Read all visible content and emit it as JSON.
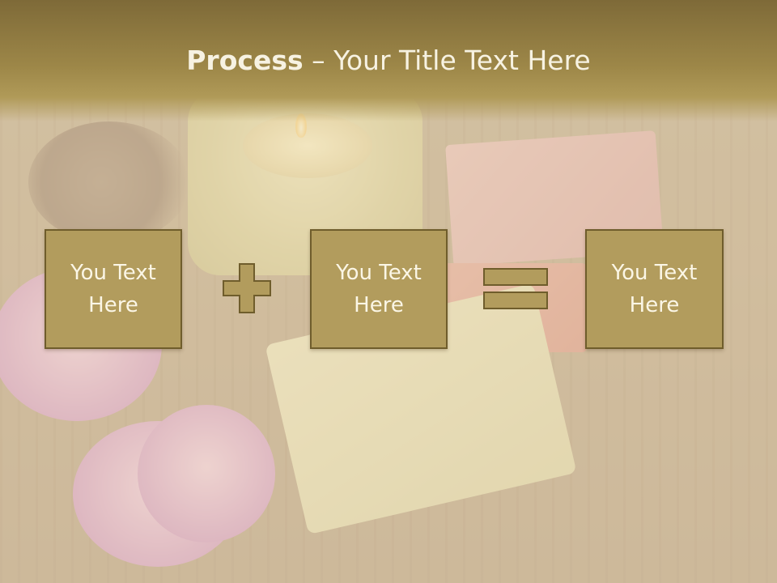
{
  "slide": {
    "title_bold": "Process",
    "title_rest": " – Your Title Text Here"
  },
  "process": {
    "boxes": [
      {
        "text": "You Text Here"
      },
      {
        "text": "You Text Here"
      },
      {
        "text": "You Text Here"
      }
    ],
    "operators": [
      "plus-icon",
      "equals-icon"
    ]
  },
  "colors": {
    "title_band": "#9d8748",
    "box_fill": "#b29c5d",
    "box_border": "#6f5d2c",
    "text": "#fbf6e6"
  }
}
